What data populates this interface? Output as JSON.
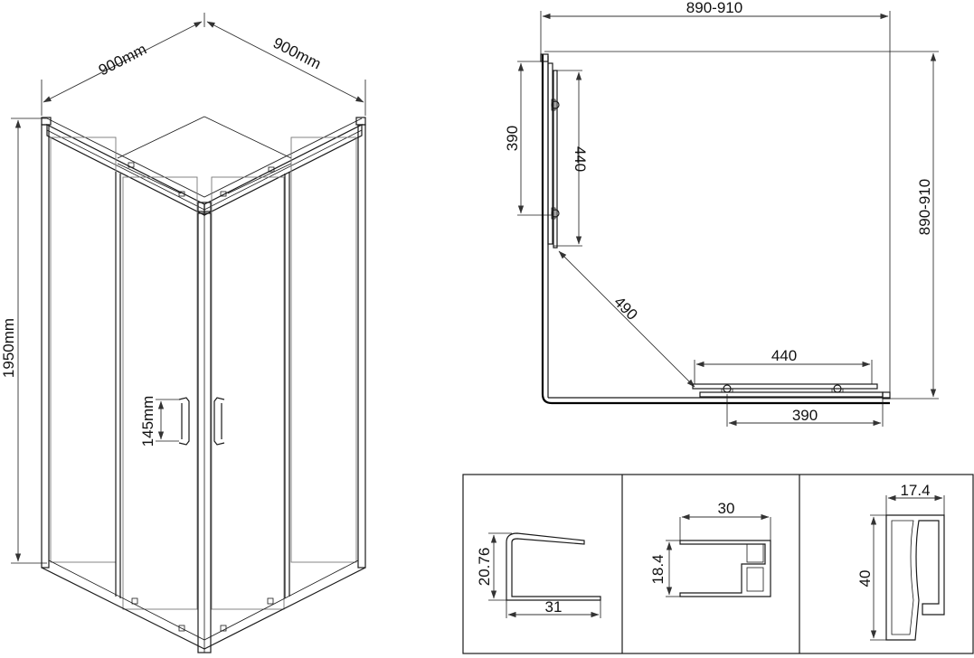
{
  "colors": {
    "line": "#1a1a1a",
    "background": "#ffffff",
    "dimension": "#333333"
  },
  "perspective": {
    "width_left": "900mm",
    "width_right": "900mm",
    "height": "1950mm",
    "handle": "145mm"
  },
  "plan": {
    "outer_top": "890-910",
    "outer_right": "890-910",
    "left_fixed": "390",
    "left_door": "440",
    "diagonal": "490",
    "bottom_door": "440",
    "bottom_fixed": "390"
  },
  "profiles": {
    "p1_height": "20.76",
    "p1_width": "31",
    "p2_width": "30",
    "p2_height": "18.4",
    "p3_width": "17.4",
    "p3_height": "40"
  }
}
